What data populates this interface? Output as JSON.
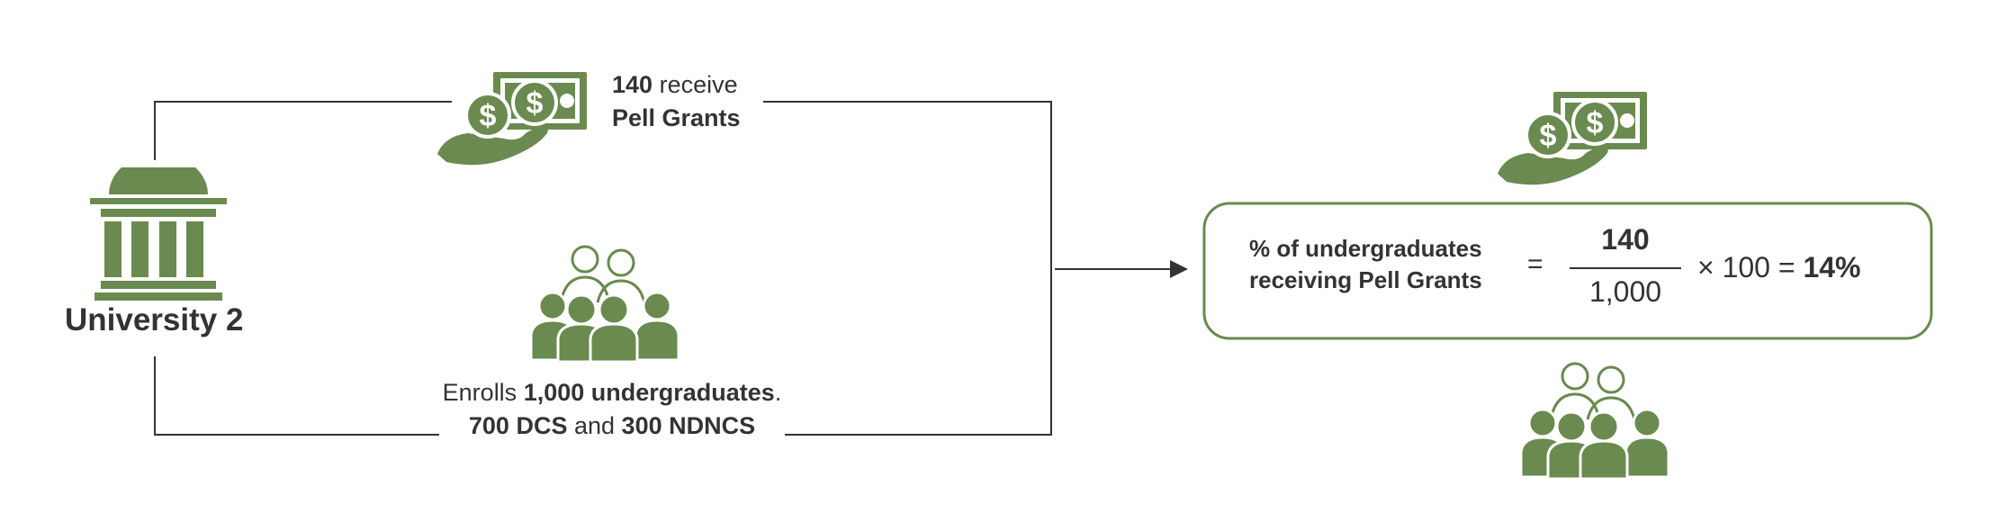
{
  "colors": {
    "green": "#6a8a4f",
    "line": "#333333",
    "text": "#333333"
  },
  "icons": [
    "building-icon",
    "money-hand-icon",
    "people-group-icon",
    "arrow-right-icon"
  ],
  "university": {
    "name": "University 2"
  },
  "pell": {
    "count": "140",
    "receive_word": "receive",
    "grants_label": "Pell Grants"
  },
  "enrollment": {
    "prefix": "Enrolls",
    "total_bold": "1,000 undergraduates",
    "period": ".",
    "dcs_bold": "700 DCS",
    "and_word": "and",
    "ndncs_bold": "300 NDNCS"
  },
  "formula": {
    "label_line1": "% of undergraduates",
    "label_line2": "receiving Pell Grants",
    "equals": "=",
    "numerator": "140",
    "denominator": "1,000",
    "times": "× 100 =",
    "result": "14%"
  }
}
